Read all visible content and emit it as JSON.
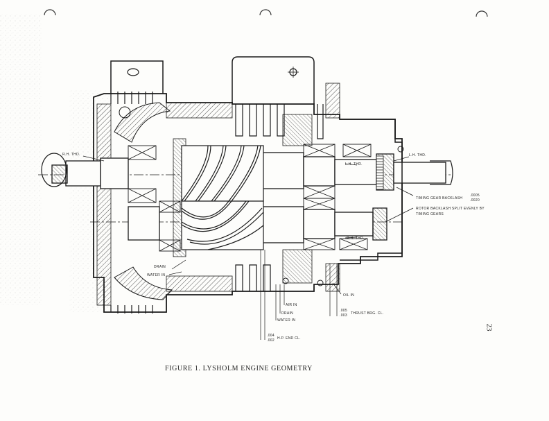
{
  "figure": {
    "caption": "FIGURE 1. LYSHOLM ENGINE GEOMETRY",
    "page_number": "23"
  },
  "labels": {
    "rh_thd_left": "R.H. THD.",
    "lh_thd_right": "L.H. THD.",
    "lh_thd_inner": "L.H. THD.",
    "rh_thd_inner": "R.H. THD.",
    "timing_gear_backlash": "TIMING GEAR BACKLASH",
    "timing_gear_backlash_top": ".0005",
    "timing_gear_backlash_bottom": ".0020",
    "rotor_backlash_line1": "ROTOR BACKLASH SPLIT EVENLY BY",
    "rotor_backlash_line2": "TIMING GEARS",
    "drain_left": "DRAIN",
    "water_in_left": "WATER IN",
    "air_in": "AIR IN",
    "drain_bottom": "DRAIN",
    "water_in_bottom": "WATER IN",
    "oil_in": "OIL IN",
    "thrust_top": ".005",
    "thrust_bottom": ".003",
    "thrust_label": "THRUST BRG. CL.",
    "hp_top": ".004",
    "hp_bottom": ".002",
    "hp_label": "H.P. END CL."
  },
  "colors": {
    "ink": "#1a1a1a",
    "paper": "#fdfdfb",
    "hatch": "#555555"
  }
}
